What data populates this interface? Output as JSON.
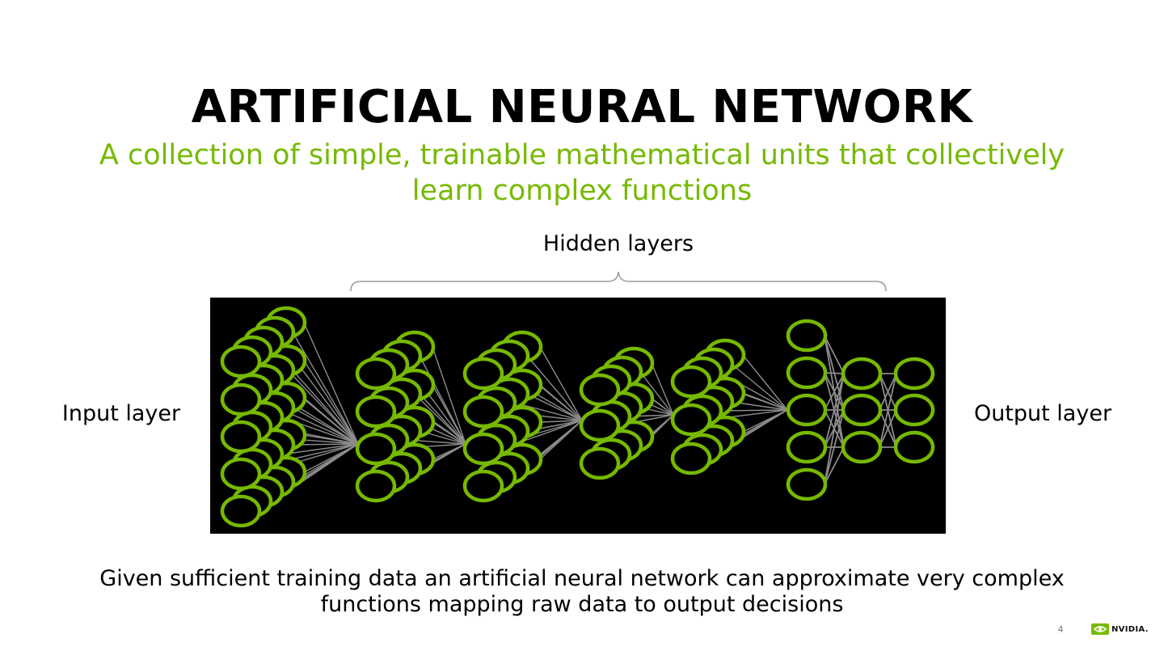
{
  "slide": {
    "title": "ARTIFICIAL NEURAL NETWORK",
    "subtitle": "A collection of simple, trainable mathematical units that collectively learn complex functions",
    "caption": "Given sufficient training data an artificial neural network can approximate very complex functions mapping raw data to output decisions",
    "page_number": "4"
  },
  "diagram": {
    "hidden_label": "Hidden layers",
    "input_label": "Input layer",
    "output_label": "Output layer"
  },
  "brand": {
    "logo_text": "NVIDIA."
  },
  "colors": {
    "accent": "#76b900",
    "diagram_background": "#000000",
    "connection": "#8c8c8c"
  },
  "icons": [
    "nvidia-logo-icon",
    "curly-brace-icon"
  ]
}
